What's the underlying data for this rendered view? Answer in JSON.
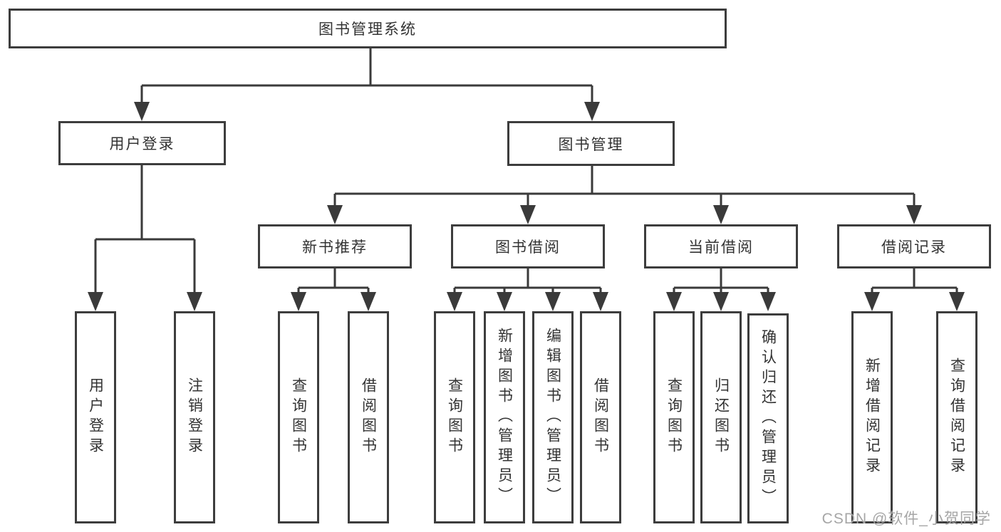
{
  "tree": {
    "label": "图书管理系统",
    "children": [
      {
        "label": "用户登录",
        "children": [
          {
            "label": "用户登录"
          },
          {
            "label": "注销登录"
          }
        ]
      },
      {
        "label": "图书管理",
        "children": [
          {
            "label": "新书推荐",
            "children": [
              {
                "label": "查询图书"
              },
              {
                "label": "借阅图书"
              }
            ]
          },
          {
            "label": "图书借阅",
            "children": [
              {
                "label": "查询图书"
              },
              {
                "label": "新增图书（管理员）"
              },
              {
                "label": "编辑图书（管理员）"
              },
              {
                "label": "借阅图书"
              }
            ]
          },
          {
            "label": "当前借阅",
            "children": [
              {
                "label": "查询图书"
              },
              {
                "label": "归还图书"
              },
              {
                "label": "确认归还（管理员）"
              }
            ]
          },
          {
            "label": "借阅记录",
            "children": [
              {
                "label": "新增借阅记录"
              },
              {
                "label": "查询借阅记录"
              }
            ]
          }
        ]
      }
    ]
  },
  "watermark": {
    "text": "CSDN @软件_小贺同学"
  },
  "colors": {
    "line": "#3a3a3a",
    "border": "#3d3d3d",
    "text": "#333333",
    "watermark": "#a6a6a6",
    "background": "#ffffff"
  }
}
